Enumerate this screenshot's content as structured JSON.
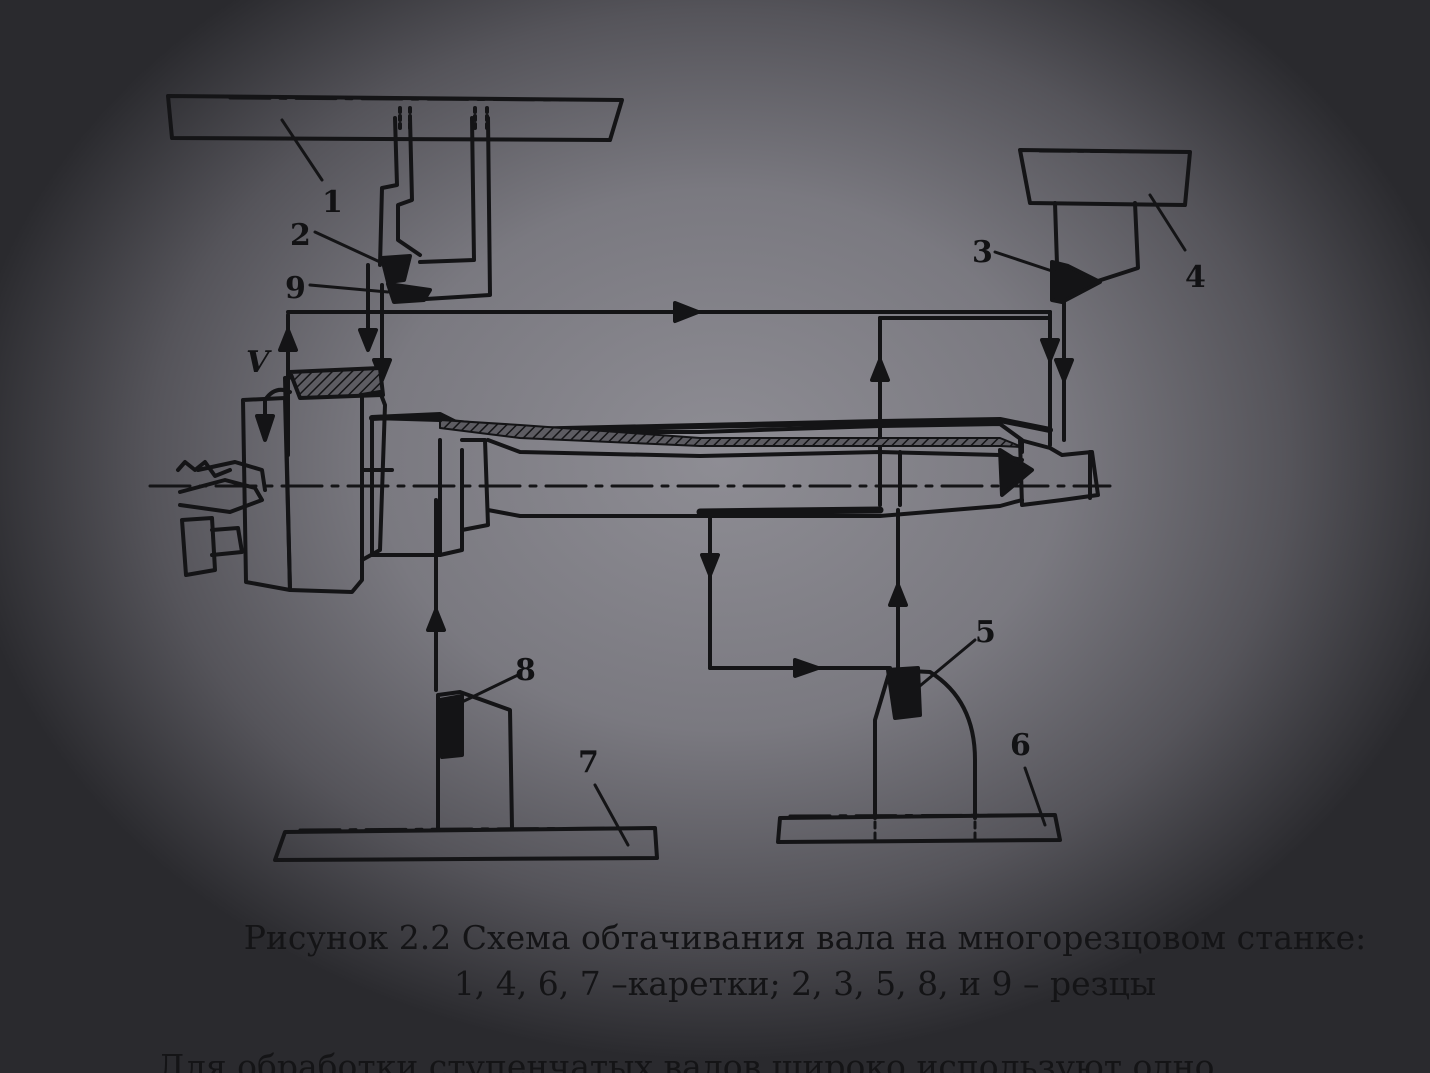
{
  "labels": {
    "c1": "1",
    "c2": "2",
    "c3": "3",
    "c4": "4",
    "c5": "5",
    "c6": "6",
    "c7": "7",
    "c8": "8",
    "c9": "9",
    "velocity": "V"
  },
  "caption": {
    "line1": "Рисунок 2.2 Схема обтачивания вала на многорезцовом станке:",
    "line2": "1, 4, 6, 7 –каретки; 2, 3, 5, 8, и 9 – резцы"
  },
  "next_paragraph": "Для обработки ступенчатых валов широко используют одно"
}
